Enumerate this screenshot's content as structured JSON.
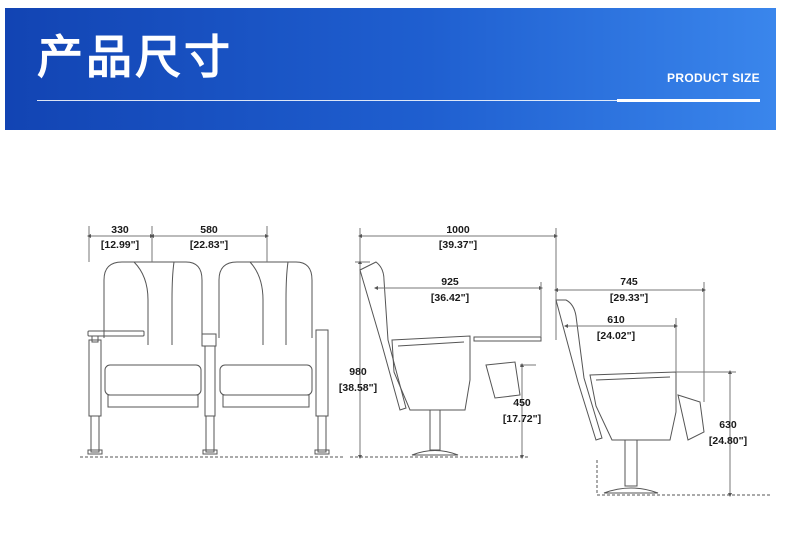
{
  "header": {
    "title": "产品尺寸",
    "subtitle": "PRODUCT SIZE"
  },
  "colors": {
    "banner_start": "#1244b3",
    "banner_end": "#3a86ec",
    "line": "#555555"
  },
  "front_view": {
    "armrest_width": {
      "mm": "330",
      "inch": "[12.99\"]"
    },
    "seat_width": {
      "mm": "580",
      "inch": "[22.83\"]"
    },
    "height": {
      "mm": "980",
      "inch": "[38.58\"]"
    }
  },
  "side_view_upright": {
    "depth_total": {
      "mm": "1000",
      "inch": "[39.37\"]"
    },
    "depth_tablet": {
      "mm": "925",
      "inch": "[36.42\"]"
    },
    "seat_height": {
      "mm": "450",
      "inch": "[17.72\"]"
    }
  },
  "side_view_folded": {
    "depth_total": {
      "mm": "745",
      "inch": "[29.33\"]"
    },
    "depth_seat": {
      "mm": "610",
      "inch": "[24.02\"]"
    },
    "height": {
      "mm": "630",
      "inch": "[24.80\"]"
    }
  }
}
